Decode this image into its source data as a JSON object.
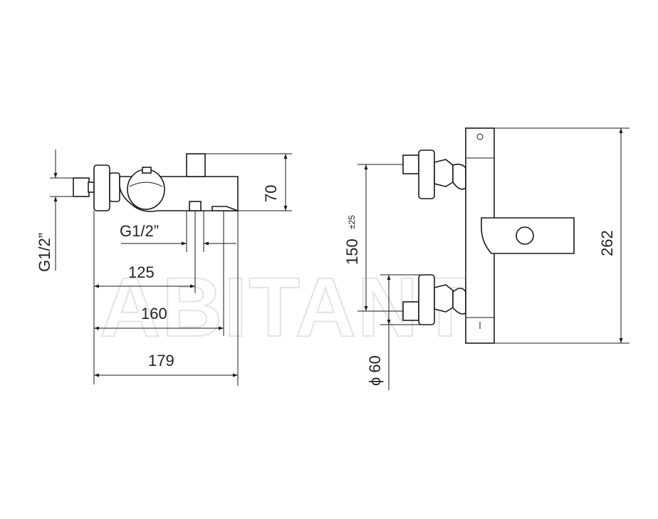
{
  "side_view": {
    "thread_vertical": "G1/2”",
    "thread_horizontal": "G1/2”",
    "dim_height": "70",
    "dim_125": "125",
    "dim_160": "160",
    "dim_179": "179"
  },
  "front_view": {
    "dim_spacing": "150",
    "dim_spacing_tolerance": "±25",
    "dim_rosette": "ϕ 60",
    "dim_total_height": "262"
  },
  "watermark": "ABITANT"
}
